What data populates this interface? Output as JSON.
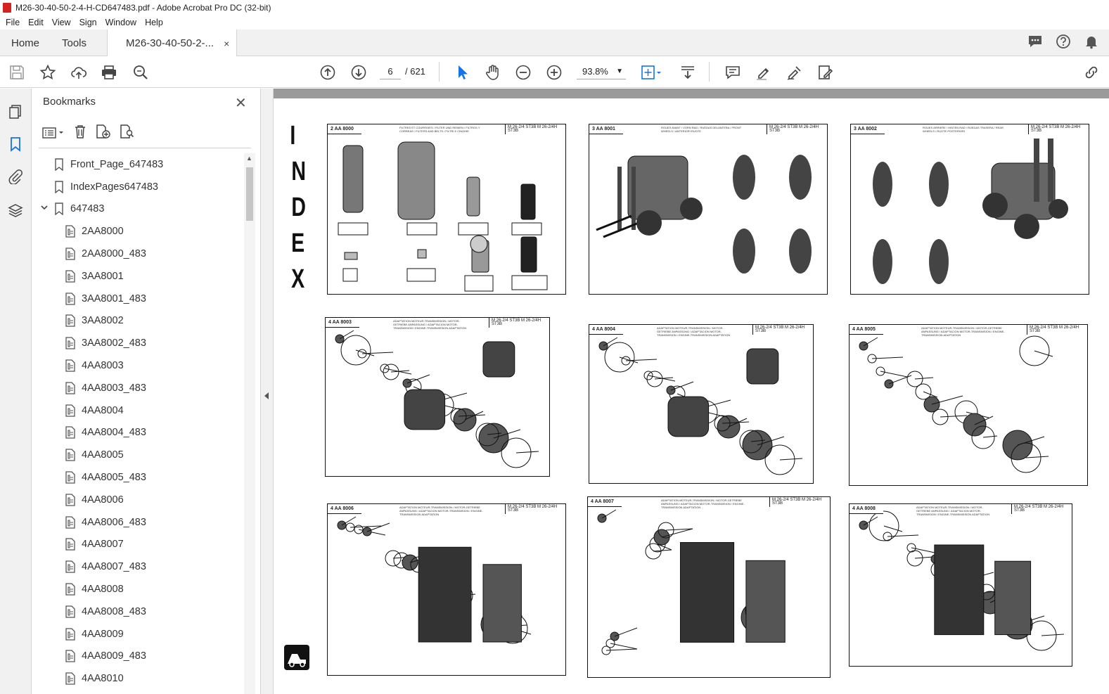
{
  "window": {
    "title": "M26-30-40-50-2-4-H-CD647483.pdf - Adobe Acrobat Pro DC (32-bit)"
  },
  "menu": [
    "File",
    "Edit",
    "View",
    "Sign",
    "Window",
    "Help"
  ],
  "tabs": {
    "home": "Home",
    "tools": "Tools",
    "doc": "M26-30-40-50-2-...",
    "close": "×"
  },
  "toolbar": {
    "page_current": "6",
    "page_total": "/ 621",
    "zoom": "93.8%"
  },
  "bookmarks_panel": {
    "title": "Bookmarks",
    "close": "✕",
    "items": [
      {
        "label": "Front_Page_647483",
        "level": 0
      },
      {
        "label": "IndexPages647483",
        "level": 0
      },
      {
        "label": "647483",
        "level": 0,
        "expanded": true
      },
      {
        "label": "2AA8000",
        "level": 1
      },
      {
        "label": "2AA8000_483",
        "level": 1
      },
      {
        "label": "3AA8001",
        "level": 1
      },
      {
        "label": "3AA8001_483",
        "level": 1
      },
      {
        "label": "3AA8002",
        "level": 1
      },
      {
        "label": "3AA8002_483",
        "level": 1
      },
      {
        "label": "4AA8003",
        "level": 1
      },
      {
        "label": "4AA8003_483",
        "level": 1
      },
      {
        "label": "4AA8004",
        "level": 1
      },
      {
        "label": "4AA8004_483",
        "level": 1
      },
      {
        "label": "4AA8005",
        "level": 1
      },
      {
        "label": "4AA8005_483",
        "level": 1
      },
      {
        "label": "4AA8006",
        "level": 1
      },
      {
        "label": "4AA8006_483",
        "level": 1
      },
      {
        "label": "4AA8007",
        "level": 1
      },
      {
        "label": "4AA8007_483",
        "level": 1
      },
      {
        "label": "4AA8008",
        "level": 1
      },
      {
        "label": "4AA8008_483",
        "level": 1
      },
      {
        "label": "4AA8009",
        "level": 1
      },
      {
        "label": "4AA8009_483",
        "level": 1
      },
      {
        "label": "4AA8010",
        "level": 1
      }
    ]
  },
  "document": {
    "index_letters": [
      "I",
      "N",
      "D",
      "E",
      "X"
    ],
    "thumbnails": [
      {
        "code": "2 AA 8000",
        "caption": "FILTRES ET COURROIES / FILTER UND RIEMEN / FILTROS Y CORREAS / FILTERS AND BELTS / FILTRI E CINGHIE",
        "models": "M 26-2/4 ST3B  M 26-2/4H ST3B"
      },
      {
        "code": "3 AA 8001",
        "caption": "ROUES AVANT / VORN RAD / RUEDAS DELANTERA / FRONT WHEELS / ANTERIORI RUOTE",
        "models": "M 26-2/4 ST3B  M 26-2/4H ST3B"
      },
      {
        "code": "3 AA 8002",
        "caption": "ROUES ARRIERE / HINTEN RAD / RUEDAS TRASERA / REAR WHEELS / RUOTE POSTERIORI",
        "models": "M 26-2/4 ST3B  M 26-2/4H ST3B"
      },
      {
        "code": "4 AA 8003",
        "caption": "ADAPTATION MOTEUR-TRANSMISSION / MOTOR-GETRIEBE ANPASSUNG / ADAPTACION MOTOR-TRANSMISION / ENGINE-TRANSMISSION ADAPTATION",
        "models": "M 26-2/4 ST3B  M 26-2/4H ST3B"
      },
      {
        "code": "4 AA 8004",
        "caption": "ADAPTATION MOTEUR-TRANSMISSION / MOTOR-GETRIEBE ANPASSUNG / ADAPTACION MOTOR-TRANSMISION / ENGINE-TRANSMISSION ADAPTATION",
        "models": "M 26-2/4 ST3B  M 26-2/4H ST3B"
      },
      {
        "code": "4 AA 8005",
        "caption": "ADAPTATION MOTEUR-TRANSMISSION / MOTOR-GETRIEBE ANPASSUNG / ADAPTACION MOTOR-TRANSMISION / ENGINE-TRANSMISSION ADAPTATION",
        "models": "M 26-2/4 ST3B  M 26-2/4H ST3B"
      },
      {
        "code": "4 AA 8006",
        "caption": "ADAPTATION MOTEUR-TRANSMISSION / MOTOR-GETRIEBE ANPASSUNG / ADAPTACION MOTOR-TRANSMISION / ENGINE-TRANSMISSION ADAPTATION",
        "models": "M 26-2/4 ST3B  M 26-2/4H ST3B"
      },
      {
        "code": "4 AA 8007",
        "caption": "ADAPTATION MOTEUR-TRANSMISSION / MOTOR-GETRIEBE ANPASSUNG / ADAPTACION MOTOR-TRANSMISION / ENGINE-TRANSMISSION ADAPTATION",
        "models": "M 26-2/4 ST3B  M 26-2/4H ST3B"
      },
      {
        "code": "4 AA 8008",
        "caption": "ADAPTATION MOTEUR-TRANSMISSION / MOTOR-GETRIEBE ANPASSUNG / ADAPTACION MOTOR-TRANSMISION / ENGINE-TRANSMISSION ADAPTATION",
        "models": "M 26-2/4 ST3B  M 26-2/4H ST3B"
      }
    ]
  }
}
